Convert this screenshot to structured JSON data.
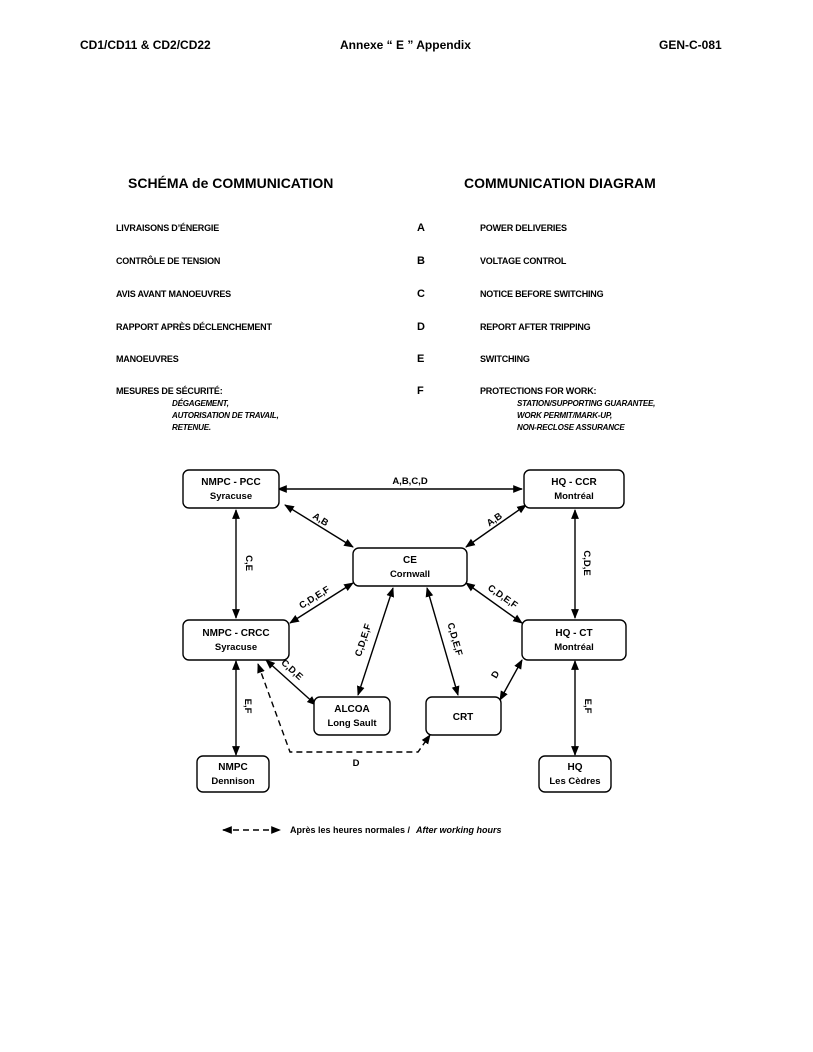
{
  "header": {
    "left": "CD1/CD11 & CD2/CD22",
    "center": "Annexe “ E ” Appendix",
    "right": "GEN-C-081"
  },
  "titles": {
    "french": "SCHÉMA de COMMUNICATION",
    "english": "COMMUNICATION DIAGRAM"
  },
  "codes": [
    {
      "fr": "LIVRAISONS D’ÉNERGIE",
      "letter": "A",
      "en": "POWER DELIVERIES"
    },
    {
      "fr": "CONTRÔLE DE TENSION",
      "letter": "B",
      "en": "VOLTAGE CONTROL"
    },
    {
      "fr": "AVIS AVANT MANOEUVRES",
      "letter": "C",
      "en": "NOTICE BEFORE SWITCHING"
    },
    {
      "fr": "RAPPORT APRÈS DÉCLENCHEMENT",
      "letter": "D",
      "en": "REPORT AFTER TRIPPING"
    },
    {
      "fr": "MANOEUVRES",
      "letter": "E",
      "en": "SWITCHING"
    },
    {
      "fr": "MESURES DE SÉCURITÉ:",
      "letter": "F",
      "en": "PROTECTIONS FOR WORK:"
    }
  ],
  "security_fr": [
    "DÉGAGEMENT,",
    "AUTORISATION DE TRAVAIL,",
    "RETENUE."
  ],
  "security_en": [
    "STATION/SUPPORTING GUARANTEE,",
    "WORK PERMIT/MARK-UP,",
    "NON-RECLOSE ASSURANCE"
  ],
  "nodes": {
    "nmpc_pcc": {
      "line1": "NMPC - PCC",
      "line2": "Syracuse"
    },
    "hq_ccr": {
      "line1": "HQ - CCR",
      "line2": "Montréal"
    },
    "ce": {
      "line1": "CE",
      "line2": "Cornwall"
    },
    "nmpc_crcc": {
      "line1": "NMPC - CRCC",
      "line2": "Syracuse"
    },
    "hq_ct": {
      "line1": "HQ - CT",
      "line2": "Montréal"
    },
    "alcoa": {
      "line1": "ALCOA",
      "line2": "Long Sault"
    },
    "crt": {
      "line1": "CRT"
    },
    "nmpc_dennison": {
      "line1": "NMPC",
      "line2": "Dennison"
    },
    "hq_cedres": {
      "line1": "HQ",
      "line2": "Les Cèdres"
    }
  },
  "edge_labels": {
    "pcc_ccr": "A,B,C,D",
    "pcc_ce": "A,B",
    "ccr_ce": "A,B",
    "pcc_crcc": "C,E",
    "ccr_ct": "C,D,E",
    "crcc_ce": "C,D,E,F",
    "ct_ce": "C,D,E,F",
    "ce_alcoa": "C,D,E,F",
    "ce_crt": "C,D,E,F",
    "crcc_alcoa": "C,D,E",
    "ct_crt": "D",
    "crcc_dennison": "E,F",
    "ct_cedres": "E,F",
    "crcc_crt_dashed": "D"
  },
  "legend": {
    "text": "Après les heures normales /",
    "italic": "After working hours"
  }
}
